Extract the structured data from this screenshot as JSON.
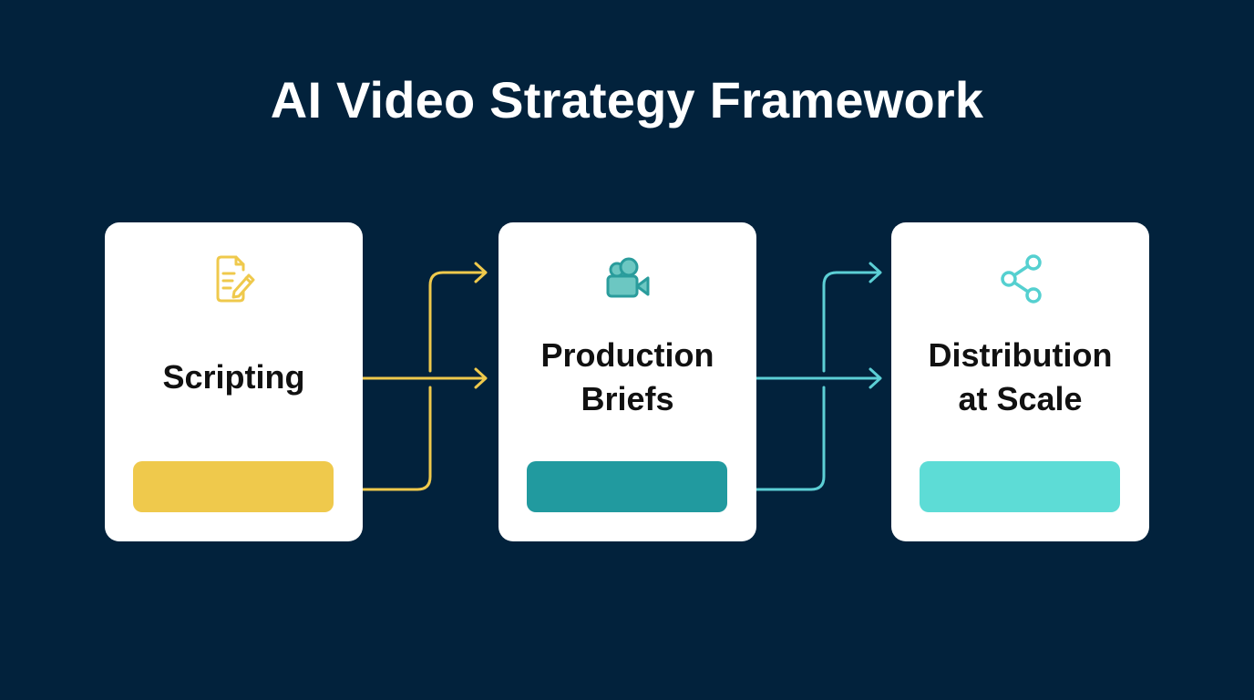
{
  "title": "AI Video Strategy Framework",
  "background_color": "#02223c",
  "cards": [
    {
      "id": "scripting",
      "label_lines": [
        "Scripting"
      ],
      "icon": "document-edit-icon",
      "accent_color": "#efc94c",
      "icon_color": "#efc94c"
    },
    {
      "id": "production-briefs",
      "label_lines": [
        "Production",
        "Briefs"
      ],
      "icon": "video-camera-icon",
      "accent_color": "#219a9f",
      "icon_color": "#2aa6a6"
    },
    {
      "id": "distribution-at-scale",
      "label_lines": [
        "Distribution",
        "at Scale"
      ],
      "icon": "share-icon",
      "accent_color": "#5ddcd6",
      "icon_color": "#55d0d0"
    }
  ],
  "connectors": [
    {
      "from": "scripting",
      "to": "production-briefs",
      "color": "#efc94c",
      "arrows": 2
    },
    {
      "from": "production-briefs",
      "to": "distribution-at-scale",
      "color": "#5ccfd5",
      "arrows": 2
    }
  ]
}
